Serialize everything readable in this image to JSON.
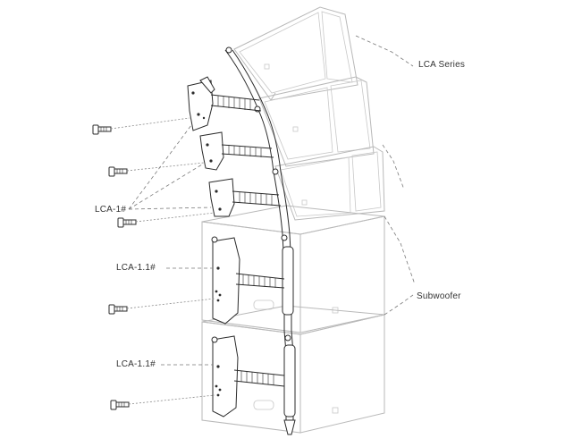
{
  "labels": {
    "lca_series": "LCA Series",
    "subwoofer": "Subwoofer",
    "lca_1": "LCA-1#",
    "lca_1_1_top": "LCA-1.1#",
    "lca_1_1_bottom": "LCA-1.1#"
  }
}
